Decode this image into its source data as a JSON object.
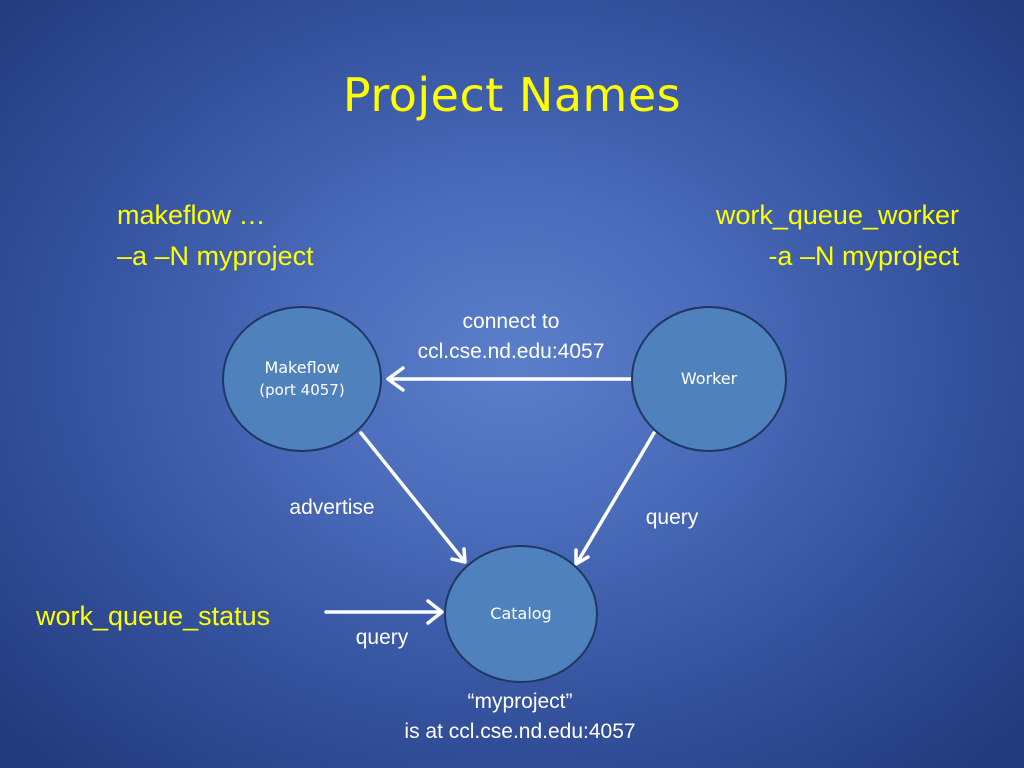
{
  "slide": {
    "title": "Project Names",
    "makeflow_cmd": {
      "line1": "makeflow …",
      "line2": "–a –N myproject"
    },
    "worker_cmd": {
      "line1": "work_queue_worker",
      "line2": "-a –N myproject"
    },
    "status_cmd": "work_queue_status",
    "nodes": {
      "makeflow": {
        "name": "Makeflow",
        "port": "(port 4057)"
      },
      "worker": {
        "name": "Worker"
      },
      "catalog": {
        "name": "Catalog"
      }
    },
    "edges": {
      "connect_to": {
        "line1": "connect to",
        "line2": "ccl.cse.nd.edu:4057"
      },
      "advertise": "advertise",
      "worker_query": "query",
      "status_query": "query"
    },
    "answer": {
      "line1": "“myproject”",
      "line2": "is at ccl.cse.nd.edu:4057"
    },
    "colors": {
      "title": "#ffff00",
      "node_fill": "#4f81bd",
      "node_border": "#1f3763",
      "arrow": "#ffffff",
      "label": "#ffffff",
      "command": "#ffff00"
    }
  }
}
